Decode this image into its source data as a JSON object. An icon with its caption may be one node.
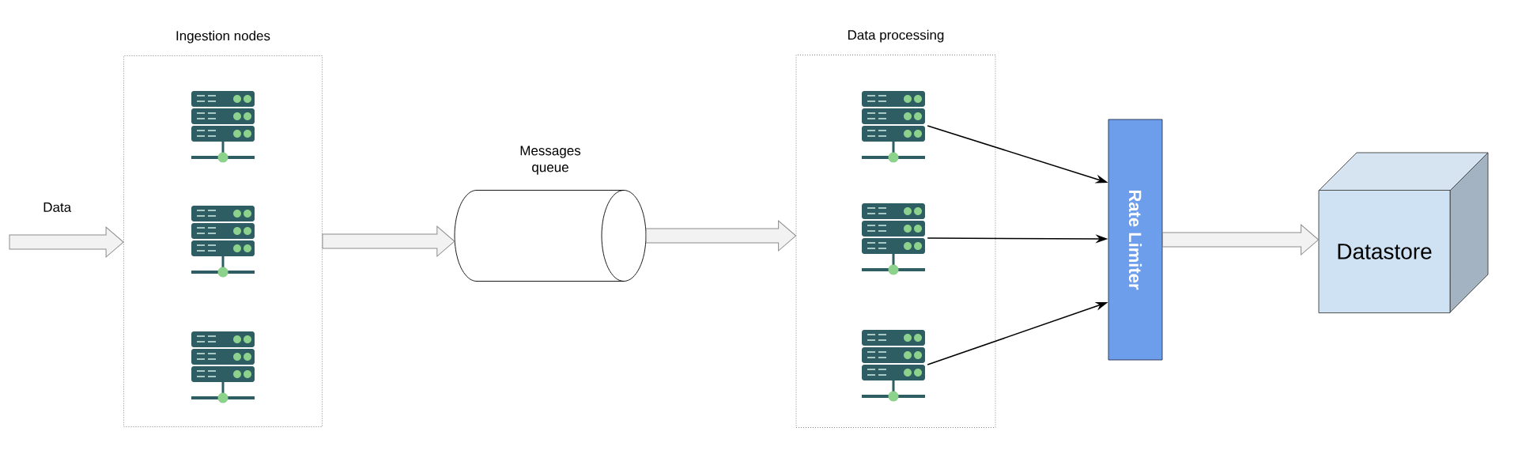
{
  "diagram": {
    "nodes": [
      {
        "text": [
          "Ingestion nodes"
        ]
      },
      {
        "text": [],
        "shape": "picture",
        "in": 0
      },
      {
        "text": [],
        "shape": "picture",
        "in": 0
      },
      {
        "text": [],
        "shape": "picture",
        "in": 0
      },
      {
        "text": [
          "Messages queue"
        ]
      },
      {
        "text": [
          "Data processing"
        ]
      },
      {
        "text": [],
        "shape": "picture",
        "in": 5
      },
      {
        "text": [],
        "shape": "picture",
        "in": 5
      },
      {
        "text": [],
        "shape": "picture",
        "in": 5
      },
      {
        "text": [
          "Rate Limiter"
        ]
      },
      {
        "text": [
          "Datastore"
        ]
      }
    ],
    "edges": [
      {
        "from": null,
        "to": 0,
        "arrow": "to",
        "label": "Data"
      },
      {
        "from": 0,
        "to": 4,
        "arrow": "to"
      },
      {
        "from": 4,
        "to": 5,
        "arrow": "to"
      },
      {
        "from": 6,
        "to": 9,
        "arrow": "to",
        "color": "#000000"
      },
      {
        "from": 7,
        "to": 9,
        "arrow": "to",
        "color": "#000000"
      },
      {
        "from": 8,
        "to": 9,
        "arrow": "to",
        "color": "#000000"
      },
      {
        "from": 9,
        "to": 10,
        "arrow": "to"
      }
    ]
  }
}
